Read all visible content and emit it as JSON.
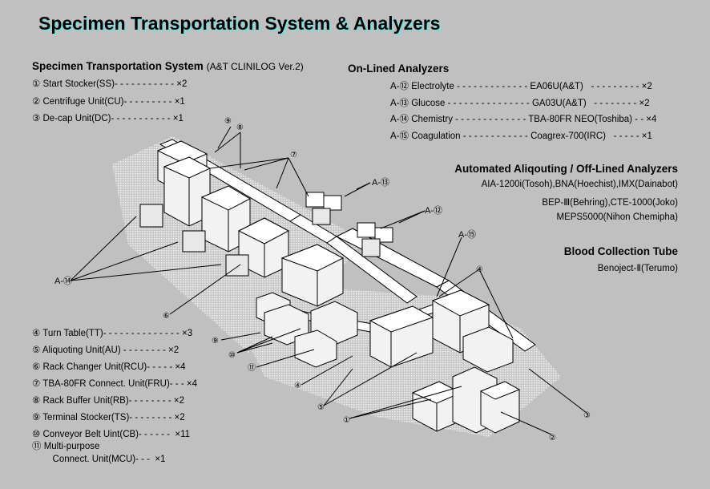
{
  "title": "Specimen Transportation System & Analyzers",
  "sts": {
    "heading": "Specimen Transportation System",
    "sub": "(A&T CLINILOG Ver.2)",
    "items": [
      "① Start Stocker(SS)- - - - - - - - - - - ×2",
      "② Centrifuge Unit(CU)- - - - - - - - - ×1",
      "③ De-cap Unit(DC)- - - - - - - - - - - ×1"
    ]
  },
  "units": [
    "④ Turn Table(TT)- - - - - - - - - - - - - - ×3",
    "⑤ Aliquoting Unit(AU) - - - - - - - - ×2",
    "⑥ Rack Changer Unit(RCU)- - - - - ×4",
    "⑦ TBA-80FR Connect. Unit(FRU)- - - ×4",
    "⑧ Rack Buffer Unit(RB)- - - - - - - - ×2",
    "⑨ Terminal Stocker(TS)- - - - - - - - ×2",
    "⑩ Conveyor Belt Uint(CB)- - - - - -  ×11",
    "⑪ Multi-purpose",
    "        Connect. Unit(MCU)- - -  ×1"
  ],
  "online": {
    "heading": "On-Lined Analyzers",
    "items": [
      "A-⑫ Electrolyte - - - - - - - - - - - - - EA06U(A&T)   - - - - - - - - - ×2",
      "A-⑬ Glucose - - - - - - - - - - - - - - - GA03U(A&T)   - - - - - - - - ×2",
      "A-⑭ Chemistry - - - - - - - - - - - - - TBA-80FR NEO(Toshiba) - - ×4",
      "A-⑮ Coagulation - - - - - - - - - - - - Coagrex-700(IRC)   - - - - - ×1"
    ]
  },
  "aliquot": {
    "heading": "Automated Aliqouting / Off-Lined Analyzers",
    "items": [
      "AIA-1200i(Tosoh),BNA(Hoechist),IMX(Dainabot)",
      "BEP-Ⅲ(Behring),CTE-1000(Joko)",
      "MEPS5000(Nihon Chemipha)"
    ]
  },
  "tube": {
    "heading": "Blood Collection Tube",
    "item": "Benoject-Ⅱ(Terumo)"
  },
  "callouts": {
    "c1": "①",
    "c2": "②",
    "c3": "③",
    "c4": "④",
    "c5": "⑤",
    "c6": "⑥",
    "c7": "⑦",
    "c8": "⑧",
    "c9a": "⑨",
    "c9b": "⑨",
    "c10": "⑩",
    "c11": "⑪",
    "a12": "A-⑫",
    "a13": "A-⑬",
    "a14": "A-⑭",
    "a15": "A-⑮"
  },
  "colors": {
    "background": "#c0c0c0",
    "title_shadow": "#7fdcdc",
    "floor": "#e6e6e6",
    "machine": "#f2f2f2"
  }
}
